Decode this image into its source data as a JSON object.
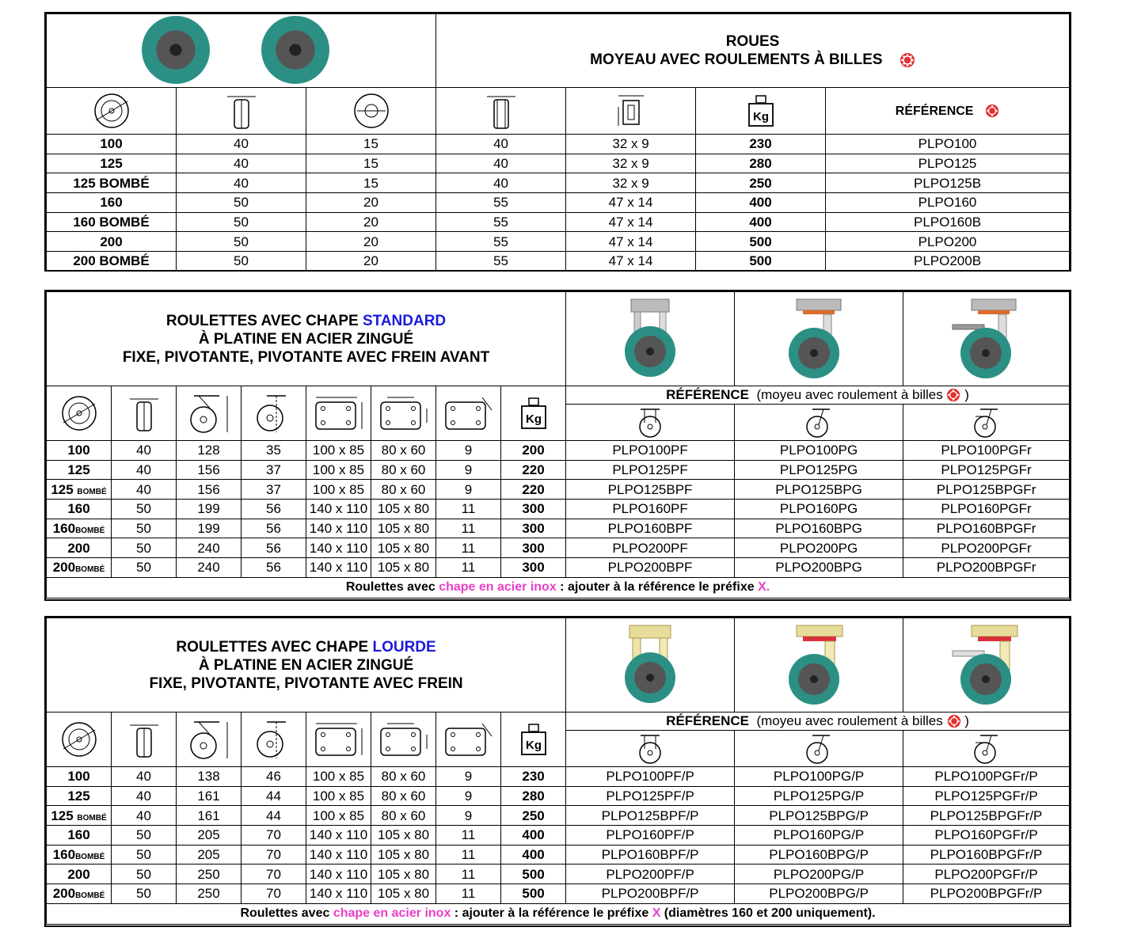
{
  "roues": {
    "title1": "ROUES",
    "title2": "MOYEAU AVEC ROULEMENTS À BILLES",
    "ref_header": "RÉFÉRENCE",
    "kg": "Kg",
    "rows": [
      [
        "100",
        "40",
        "15",
        "40",
        "32 x 9",
        "230",
        "PLPO100"
      ],
      [
        "125",
        "40",
        "15",
        "40",
        "32 x 9",
        "280",
        "PLPO125"
      ],
      [
        "125 BOMBÉ",
        "40",
        "15",
        "40",
        "32 x 9",
        "250",
        "PLPO125B"
      ],
      [
        "160",
        "50",
        "20",
        "55",
        "47 x 14",
        "400",
        "PLPO160"
      ],
      [
        "160 BOMBÉ",
        "50",
        "20",
        "55",
        "47 x 14",
        "400",
        "PLPO160B"
      ],
      [
        "200",
        "50",
        "20",
        "55",
        "47 x 14",
        "500",
        "PLPO200"
      ],
      [
        "200 BOMBÉ",
        "50",
        "20",
        "55",
        "47 x 14",
        "500",
        "PLPO200B"
      ]
    ]
  },
  "standard": {
    "title1a": "ROULETTES AVEC CHAPE ",
    "title1b": "STANDARD",
    "title2": "À PLATINE EN ACIER ZINGUÉ",
    "title3": "FIXE, PIVOTANTE, PIVOTANTE AVEC FREIN AVANT",
    "ref_label": "RÉFÉRENCE",
    "ref_sub_a": "(moyeu avec roulement à billes",
    "ref_sub_b": ")",
    "kg": "Kg",
    "rows": [
      {
        "d": "100",
        "bombe": "",
        "v": [
          "40",
          "128",
          "35",
          "100 x 85",
          "80 x 60",
          "9",
          "200"
        ],
        "refs": [
          "PLPO100PF",
          "PLPO100PG",
          "PLPO100PGFr"
        ]
      },
      {
        "d": "125",
        "bombe": "",
        "v": [
          "40",
          "156",
          "37",
          "100 x 85",
          "80 x 60",
          "9",
          "220"
        ],
        "refs": [
          "PLPO125PF",
          "PLPO125PG",
          "PLPO125PGFr"
        ]
      },
      {
        "d": "125 ",
        "bombe": "BOMBÉ",
        "v": [
          "40",
          "156",
          "37",
          "100 x 85",
          "80 x 60",
          "9",
          "220"
        ],
        "refs": [
          "PLPO125BPF",
          "PLPO125BPG",
          "PLPO125BPGFr"
        ]
      },
      {
        "d": "160",
        "bombe": "",
        "v": [
          "50",
          "199",
          "56",
          "140 x 110",
          "105 x 80",
          "11",
          "300"
        ],
        "refs": [
          "PLPO160PF",
          "PLPO160PG",
          "PLPO160PGFr"
        ]
      },
      {
        "d": "160",
        "bombe": "BOMBÉ",
        "v": [
          "50",
          "199",
          "56",
          "140 x 110",
          "105 x 80",
          "11",
          "300"
        ],
        "refs": [
          "PLPO160BPF",
          "PLPO160BPG",
          "PLPO160BPGFr"
        ]
      },
      {
        "d": "200",
        "bombe": "",
        "v": [
          "50",
          "240",
          "56",
          "140 x 110",
          "105 x 80",
          "11",
          "300"
        ],
        "refs": [
          "PLPO200PF",
          "PLPO200PG",
          "PLPO200PGFr"
        ]
      },
      {
        "d": "200",
        "bombe": "BOMBÉ",
        "v": [
          "50",
          "240",
          "56",
          "140 x 110",
          "105 x 80",
          "11",
          "300"
        ],
        "refs": [
          "PLPO200BPF",
          "PLPO200BPG",
          "PLPO200BPGFr"
        ]
      }
    ],
    "note_a": "Roulettes avec ",
    "note_b": "chape en acier inox",
    "note_c": " : ajouter à la référence le préfixe ",
    "note_d": "X.",
    "note_e": ""
  },
  "lourde": {
    "title1a": "ROULETTES AVEC CHAPE ",
    "title1b": "LOURDE",
    "title2": "À PLATINE EN ACIER ZINGUÉ",
    "title3": "FIXE, PIVOTANTE, PIVOTANTE AVEC FREIN",
    "ref_label": "RÉFÉRENCE",
    "ref_sub_a": "(moyeu avec roulement à billes",
    "ref_sub_b": ")",
    "kg": "Kg",
    "rows": [
      {
        "d": "100",
        "bombe": "",
        "v": [
          "40",
          "138",
          "46",
          "100 x 85",
          "80 x 60",
          "9",
          "230"
        ],
        "refs": [
          "PLPO100PF/P",
          "PLPO100PG/P",
          "PLPO100PGFr/P"
        ]
      },
      {
        "d": "125",
        "bombe": "",
        "v": [
          "40",
          "161",
          "44",
          "100 x 85",
          "80 x 60",
          "9",
          "280"
        ],
        "refs": [
          "PLPO125PF/P",
          "PLPO125PG/P",
          "PLPO125PGFr/P"
        ]
      },
      {
        "d": "125 ",
        "bombe": "BOMBÉ",
        "v": [
          "40",
          "161",
          "44",
          "100 x 85",
          "80 x 60",
          "9",
          "250"
        ],
        "refs": [
          "PLPO125BPF/P",
          "PLPO125BPG/P",
          "PLPO125BPGFr/P"
        ]
      },
      {
        "d": "160",
        "bombe": "",
        "v": [
          "50",
          "205",
          "70",
          "140 x 110",
          "105 x 80",
          "11",
          "400"
        ],
        "refs": [
          "PLPO160PF/P",
          "PLPO160PG/P",
          "PLPO160PGFr/P"
        ]
      },
      {
        "d": "160",
        "bombe": "BOMBÉ",
        "v": [
          "50",
          "205",
          "70",
          "140 x 110",
          "105 x 80",
          "11",
          "400"
        ],
        "refs": [
          "PLPO160BPF/P",
          "PLPO160BPG/P",
          "PLPO160BPGFr/P"
        ]
      },
      {
        "d": "200",
        "bombe": "",
        "v": [
          "50",
          "250",
          "70",
          "140 x 110",
          "105 x 80",
          "11",
          "500"
        ],
        "refs": [
          "PLPO200PF/P",
          "PLPO200PG/P",
          "PLPO200PGFr/P"
        ]
      },
      {
        "d": "200",
        "bombe": "BOMBÉ",
        "v": [
          "50",
          "250",
          "70",
          "140 x 110",
          "105 x 80",
          "11",
          "500"
        ],
        "refs": [
          "PLPO200BPF/P",
          "PLPO200BPG/P",
          "PLPO200BPGFr/P"
        ]
      }
    ],
    "note_a": "Roulettes avec ",
    "note_b": "chape en acier inox",
    "note_c": " : ajouter à la référence le préfixe ",
    "note_d": "X",
    "note_e": " (diamètres 160 et 200 uniquement)."
  }
}
